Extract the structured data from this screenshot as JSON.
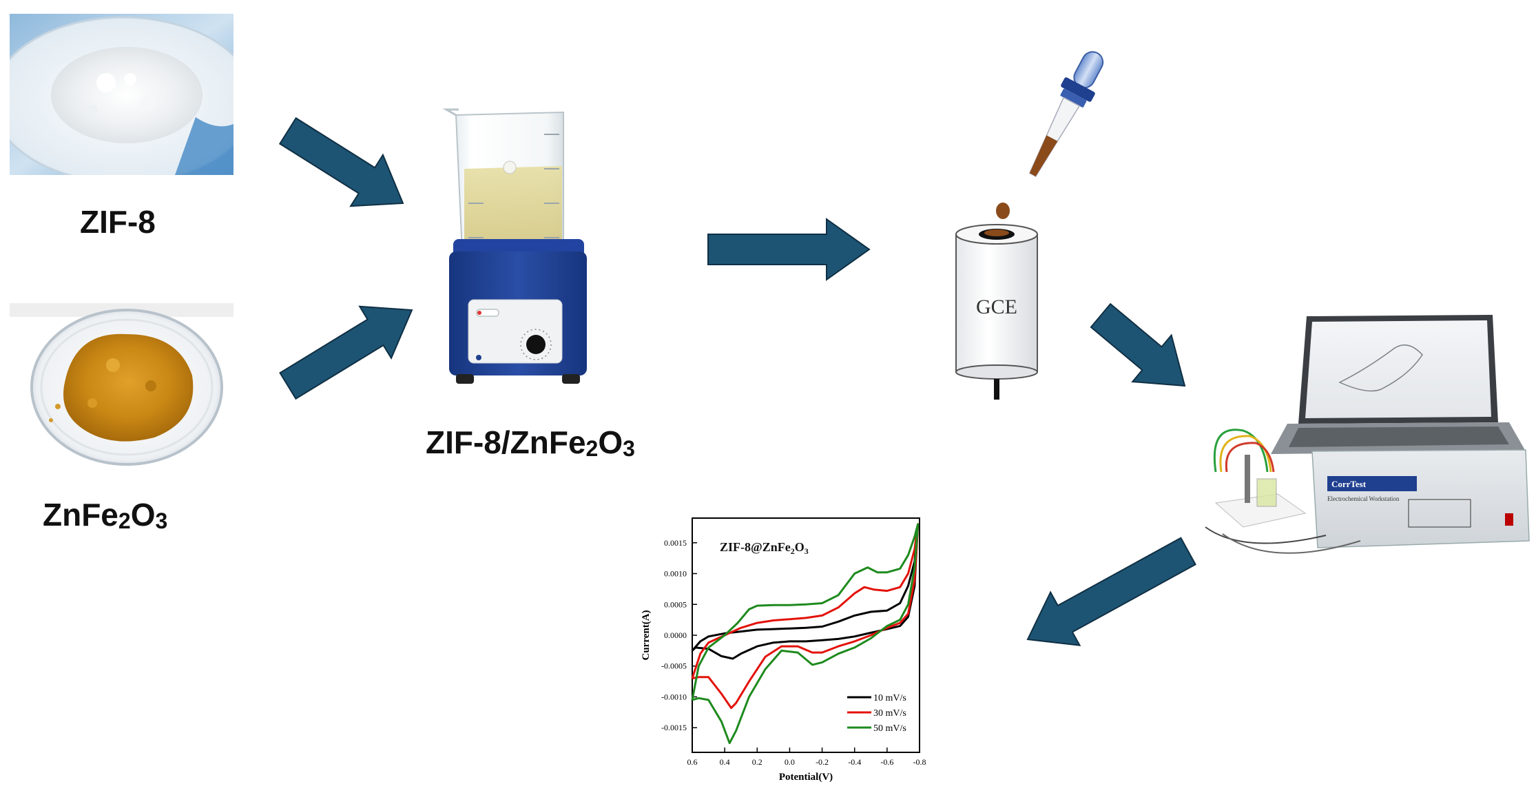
{
  "labels": {
    "zif8": "ZIF-8",
    "znfe2o3_prefix": "ZnFe",
    "znfe2o3_sub1": "2",
    "znfe2o3_mid": "O",
    "znfe2o3_sub2": "3",
    "composite_prefix": "ZIF-8/ZnFe",
    "composite_sub1": "2",
    "composite_mid": "O",
    "composite_sub2": "3",
    "gce": "GCE"
  },
  "colors": {
    "arrow": "#1e5473",
    "white_powder": "#eef0f2",
    "orange_powder": "#d08e1a",
    "stirrer_blue": "#1f3f8f",
    "liquid": "#d9d08c"
  },
  "device_text": {
    "brand": "CorrTest",
    "subtitle": "Electrochemical Workstation"
  },
  "chart_data": {
    "type": "line",
    "annotation": "ZIF-8@ZnFe2O3",
    "xlabel": "Potential(V)",
    "ylabel": "Current(A)",
    "xlim": [
      0.6,
      -0.8
    ],
    "ylim": [
      -0.0019,
      0.0019
    ],
    "xticks": [
      "0.6",
      "0.4",
      "0.2",
      "0.0",
      "-0.2",
      "-0.4",
      "-0.6",
      "-0.8"
    ],
    "yticks": [
      "0.0015",
      "0.0010",
      "0.0005",
      "0.0000",
      "-0.0005",
      "-0.0010",
      "-0.0015"
    ],
    "legend_position": "bottom-right",
    "series": [
      {
        "name": "10 mV/s",
        "color": "#000000",
        "upper": [
          [
            0.6,
            -0.00025
          ],
          [
            0.55,
            -0.0001
          ],
          [
            0.5,
            -2e-05
          ],
          [
            0.4,
            3e-05
          ],
          [
            0.3,
            6e-05
          ],
          [
            0.2,
            9e-05
          ],
          [
            0.1,
            0.0001
          ],
          [
            0.0,
            0.00011
          ],
          [
            -0.1,
            0.00012
          ],
          [
            -0.2,
            0.00014
          ],
          [
            -0.3,
            0.00022
          ],
          [
            -0.4,
            0.00032
          ],
          [
            -0.5,
            0.00038
          ],
          [
            -0.6,
            0.0004
          ],
          [
            -0.68,
            0.00052
          ],
          [
            -0.73,
            0.0008
          ],
          [
            -0.77,
            0.0012
          ],
          [
            -0.79,
            0.0018
          ]
        ],
        "lower": [
          [
            -0.79,
            0.0018
          ],
          [
            -0.77,
            0.0008
          ],
          [
            -0.73,
            0.0003
          ],
          [
            -0.68,
            0.00015
          ],
          [
            -0.6,
            0.0001
          ],
          [
            -0.5,
            4e-05
          ],
          [
            -0.4,
            -2e-05
          ],
          [
            -0.3,
            -6e-05
          ],
          [
            -0.2,
            -8e-05
          ],
          [
            -0.1,
            -0.0001
          ],
          [
            0.0,
            -0.0001
          ],
          [
            0.1,
            -0.00012
          ],
          [
            0.2,
            -0.00018
          ],
          [
            0.3,
            -0.0003
          ],
          [
            0.35,
            -0.00038
          ],
          [
            0.42,
            -0.00034
          ],
          [
            0.5,
            -0.00022
          ],
          [
            0.58,
            -0.0002
          ],
          [
            0.6,
            -0.00025
          ]
        ]
      },
      {
        "name": "30 mV/s",
        "color": "#e3120b",
        "upper": [
          [
            0.6,
            -0.0007
          ],
          [
            0.55,
            -0.0003
          ],
          [
            0.5,
            -0.00012
          ],
          [
            0.4,
            0.0
          ],
          [
            0.3,
            0.00012
          ],
          [
            0.2,
            0.0002
          ],
          [
            0.1,
            0.00024
          ],
          [
            0.0,
            0.00026
          ],
          [
            -0.1,
            0.00028
          ],
          [
            -0.2,
            0.00032
          ],
          [
            -0.3,
            0.00045
          ],
          [
            -0.4,
            0.00068
          ],
          [
            -0.46,
            0.00078
          ],
          [
            -0.52,
            0.00074
          ],
          [
            -0.6,
            0.00072
          ],
          [
            -0.68,
            0.00078
          ],
          [
            -0.73,
            0.001
          ],
          [
            -0.77,
            0.0014
          ],
          [
            -0.79,
            0.0018
          ]
        ],
        "lower": [
          [
            -0.79,
            0.0018
          ],
          [
            -0.77,
            0.0009
          ],
          [
            -0.73,
            0.00035
          ],
          [
            -0.68,
            0.0002
          ],
          [
            -0.6,
            0.00012
          ],
          [
            -0.5,
            0.0
          ],
          [
            -0.4,
            -0.0001
          ],
          [
            -0.3,
            -0.00018
          ],
          [
            -0.2,
            -0.00028
          ],
          [
            -0.14,
            -0.00028
          ],
          [
            -0.05,
            -0.00018
          ],
          [
            0.05,
            -0.00018
          ],
          [
            0.15,
            -0.00035
          ],
          [
            0.25,
            -0.00075
          ],
          [
            0.33,
            -0.0011
          ],
          [
            0.36,
            -0.00118
          ],
          [
            0.42,
            -0.00095
          ],
          [
            0.5,
            -0.00068
          ],
          [
            0.56,
            -0.00068
          ],
          [
            0.6,
            -0.0007
          ]
        ]
      },
      {
        "name": "50 mV/s",
        "color": "#1e8a1e",
        "upper": [
          [
            0.6,
            -0.00105
          ],
          [
            0.56,
            -0.0005
          ],
          [
            0.5,
            -0.0002
          ],
          [
            0.45,
            -0.0001
          ],
          [
            0.4,
            0.0
          ],
          [
            0.32,
            0.0002
          ],
          [
            0.25,
            0.00042
          ],
          [
            0.2,
            0.00048
          ],
          [
            0.1,
            0.00049
          ],
          [
            0.0,
            0.00049
          ],
          [
            -0.1,
            0.0005
          ],
          [
            -0.2,
            0.00052
          ],
          [
            -0.3,
            0.00065
          ],
          [
            -0.4,
            0.001
          ],
          [
            -0.48,
            0.0011
          ],
          [
            -0.54,
            0.00102
          ],
          [
            -0.6,
            0.00102
          ],
          [
            -0.68,
            0.00108
          ],
          [
            -0.73,
            0.0013
          ],
          [
            -0.77,
            0.0016
          ],
          [
            -0.79,
            0.0018
          ]
        ],
        "lower": [
          [
            -0.79,
            0.0018
          ],
          [
            -0.77,
            0.0011
          ],
          [
            -0.73,
            0.0005
          ],
          [
            -0.68,
            0.00025
          ],
          [
            -0.6,
            0.00015
          ],
          [
            -0.5,
            -5e-05
          ],
          [
            -0.4,
            -0.0002
          ],
          [
            -0.3,
            -0.0003
          ],
          [
            -0.2,
            -0.00044
          ],
          [
            -0.14,
            -0.00048
          ],
          [
            -0.05,
            -0.00028
          ],
          [
            0.05,
            -0.00025
          ],
          [
            0.15,
            -0.00055
          ],
          [
            0.25,
            -0.001
          ],
          [
            0.33,
            -0.00155
          ],
          [
            0.37,
            -0.00175
          ],
          [
            0.42,
            -0.0014
          ],
          [
            0.5,
            -0.00105
          ],
          [
            0.56,
            -0.00102
          ],
          [
            0.6,
            -0.00105
          ]
        ]
      }
    ]
  }
}
